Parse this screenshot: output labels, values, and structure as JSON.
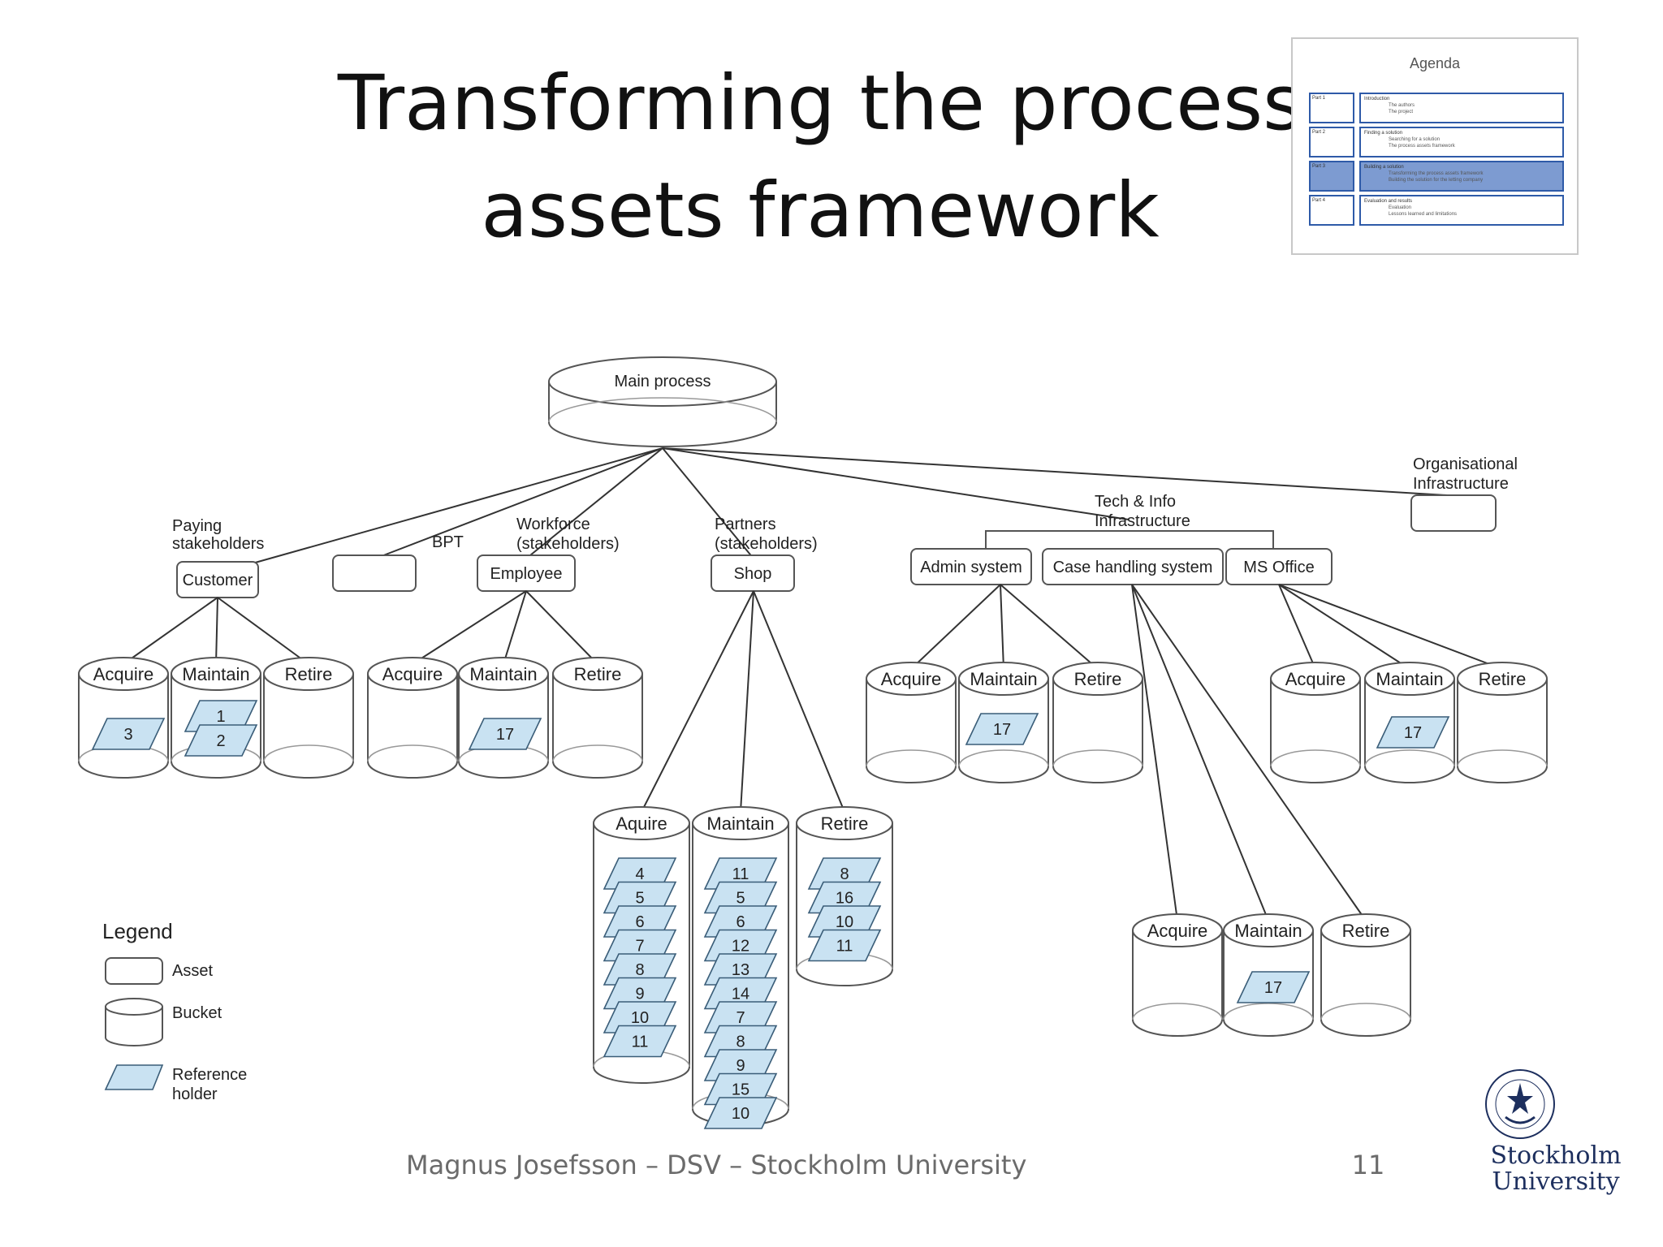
{
  "slide": {
    "title_line1": "Transforming the process",
    "title_line2": "assets framework"
  },
  "agenda": {
    "title": "Agenda",
    "rows": [
      {
        "part": "Part 1",
        "heading": "Introduction",
        "items": [
          "The authors",
          "The project"
        ]
      },
      {
        "part": "Part 2",
        "heading": "Finding a solution",
        "items": [
          "Searching for a solution",
          "The process assets framework"
        ]
      },
      {
        "part": "Part 3",
        "heading": "Building a solution",
        "items": [
          "Transforming the process assets framework",
          "Building the solution for the letting company"
        ]
      },
      {
        "part": "Part 4",
        "heading": "Evaluation and results",
        "items": [
          "Evaluation",
          "Lessons learned and limitations"
        ]
      }
    ]
  },
  "diagram": {
    "root": "Main process",
    "groups": {
      "paying": [
        "Paying",
        "stakeholders"
      ],
      "bpt": "BPT",
      "workforce": [
        "Workforce",
        "(stakeholders)"
      ],
      "partners": [
        "Partners",
        "(stakeholders)"
      ],
      "tech": [
        "Tech & Info",
        "Infrastructure"
      ],
      "org": [
        "Organisational",
        "Infrastructure"
      ]
    },
    "assets": {
      "customer": "Customer",
      "employee": "Employee",
      "shop": "Shop",
      "admin": "Admin system",
      "case": "Case handling system",
      "office": "MS Office"
    },
    "buckets": {
      "acquire": "Acquire",
      "aquire": "Aquire",
      "maintain": "Maintain",
      "retire": "Retire"
    },
    "refs": {
      "customer_acquire": [
        "3"
      ],
      "customer_maintain": [
        "1",
        "2"
      ],
      "employee_maintain": [
        "17"
      ],
      "shop_aquire": [
        "4",
        "5",
        "6",
        "7",
        "8",
        "9",
        "10",
        "11"
      ],
      "shop_maintain": [
        "11",
        "5",
        "6",
        "12",
        "13",
        "14",
        "7",
        "8",
        "9",
        "15",
        "10"
      ],
      "shop_retire": [
        "8",
        "16",
        "10",
        "11"
      ],
      "admin_maintain": [
        "17"
      ],
      "office_maintain": [
        "17"
      ],
      "case_maintain": [
        "17"
      ]
    },
    "legend": {
      "title": "Legend",
      "asset": "Asset",
      "bucket": "Bucket",
      "ref_line1": "Reference",
      "ref_line2": "holder"
    }
  },
  "footer": {
    "text": "Magnus Josefsson – DSV – Stockholm University",
    "page": "11"
  },
  "logo": {
    "line1": "Stockholm",
    "line2": "University"
  },
  "colors": {
    "ref_fill": "#c9e2f2",
    "ref_stroke": "#3a5d78",
    "line": "#333333",
    "agenda_border": "#2e5aa8",
    "agenda_active": "#7d9bd1"
  }
}
